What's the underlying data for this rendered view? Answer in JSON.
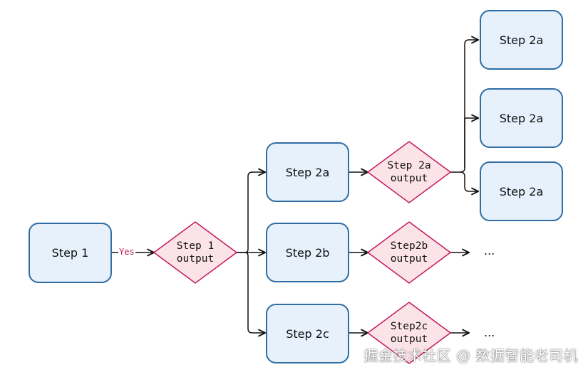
{
  "nodes": {
    "step1": "Step 1",
    "step2a": "Step 2a",
    "step2b": "Step 2b",
    "step2c": "Step 2c",
    "leaf_top": "Step 2a",
    "leaf_mid": "Step 2a",
    "leaf_bot": "Step 2a"
  },
  "decisions": {
    "d1": "Step 1\noutput",
    "d2a": "Step 2a\noutput",
    "d2b": "Step2b\noutput",
    "d2c": "Step2c\noutput"
  },
  "edges": {
    "yes_label": "Yes",
    "ellipsis_b": "...",
    "ellipsis_c": "..."
  },
  "watermark": "掘金技术社区 @ 数据智能老司机",
  "colors": {
    "process_fill": "#e6f1fb",
    "process_stroke": "#2f6da3",
    "decision_fill": "#fbe3e8",
    "decision_stroke": "#c2185b",
    "edge": "#111111",
    "edge_label": "#c2185b"
  }
}
